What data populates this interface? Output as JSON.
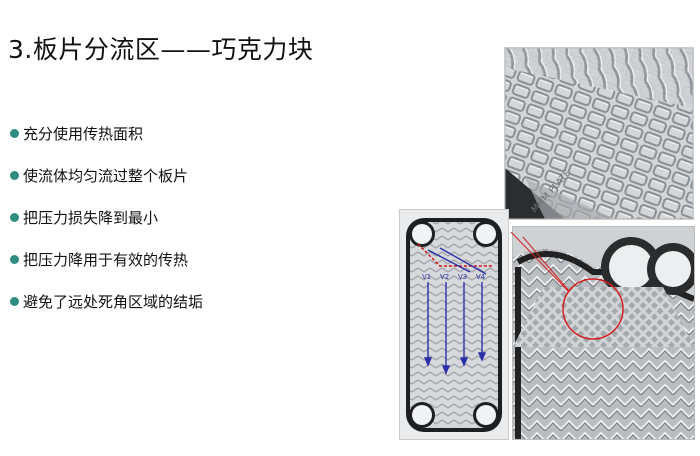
{
  "slide": {
    "title": "3.板片分流区——巧克力块",
    "bullets": [
      "充分使用传热面积",
      "使流体均匀流过整个板片",
      "把压力损失降到最小",
      "把压力降用于有效的传热",
      "避免了远处死角区域的结垢"
    ],
    "accent_color": "#2f8c80"
  },
  "figures": {
    "flow_diagram": {
      "flow_labels": [
        "V1",
        "V2",
        "V3",
        "V4"
      ],
      "arrow_color": "#2a2fa8",
      "inlet_arrow_color": "#cc1111"
    },
    "closeup": {
      "highlight_color": "#d42020"
    }
  }
}
